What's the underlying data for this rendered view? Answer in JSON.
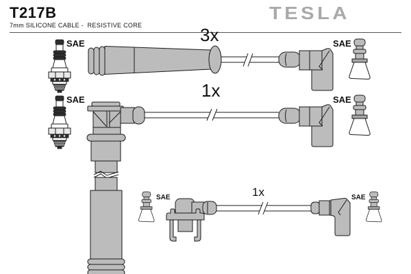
{
  "header": {
    "part_number": "T217B",
    "subtitle": "7mm SILICONE CABLE -  RESISTIVE CORE",
    "brand": "TESLA"
  },
  "colors": {
    "boot_gray": "#bcbcbc",
    "logo_gray": "#a9a9a9",
    "line": "#1a1a1a"
  },
  "rows": [
    {
      "qty": "3x",
      "left_icon": "spark-plug",
      "left_label": "SAE",
      "right_icon": "sae-terminal-with-boot",
      "right_label": "SAE",
      "cable": "straight-boot-to-elbow-boot"
    },
    {
      "qty": "1x",
      "left_icon": "spark-plug",
      "left_label": "SAE",
      "right_icon": "sae-terminal-with-boot",
      "right_label": "SAE",
      "cable": "long-coil-elbow-boot-to-elbow-boot"
    },
    {
      "qty": "1x",
      "left_icon": "sae-terminal-with-boot",
      "left_label": "SAE",
      "right_icon": "sae-terminal-with-boot",
      "right_label": "SAE",
      "cable": "clip-mounted-elbow-boot-to-elbow-boot"
    }
  ]
}
